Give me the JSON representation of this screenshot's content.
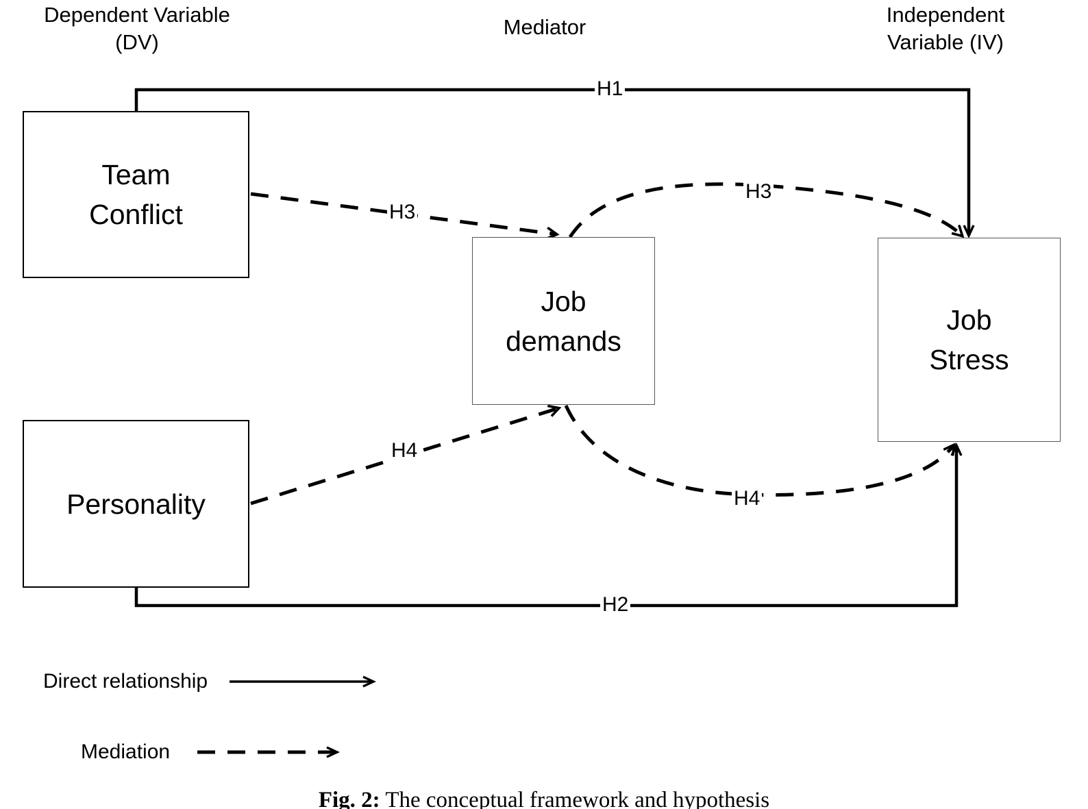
{
  "figure": {
    "caption_bold": "Fig. 2:",
    "caption_rest": " The conceptual framework and hypothesis"
  },
  "headers": {
    "dependent": "Dependent Variable\n(DV)",
    "mediator": "Mediator",
    "independent": "Independent\nVariable (IV)"
  },
  "nodes": {
    "team_conflict": "Team\nConflict",
    "personality": "Personality",
    "job_demands": "Job\ndemands",
    "job_stress": "Job\nStress"
  },
  "edges": {
    "h1": "H1",
    "h2": "H2",
    "h3_left": "H3",
    "h3_right": "H3",
    "h4_left": "H4",
    "h4_right": "H4"
  },
  "legend": {
    "direct": "Direct relationship",
    "mediation": "Mediation"
  },
  "colors": {
    "stroke": "#000000",
    "box_border_thin": "#555555",
    "background": "#ffffff"
  },
  "chart_data": {
    "type": "diagram",
    "title": "Fig. 2: The conceptual framework and hypothesis",
    "nodes": [
      {
        "id": "team_conflict",
        "label": "Team Conflict",
        "role": "Dependent Variable (DV)"
      },
      {
        "id": "personality",
        "label": "Personality",
        "role": "Dependent Variable (DV)"
      },
      {
        "id": "job_demands",
        "label": "Job demands",
        "role": "Mediator"
      },
      {
        "id": "job_stress",
        "label": "Job Stress",
        "role": "Independent Variable (IV)"
      }
    ],
    "links": [
      {
        "label": "H1",
        "from": "team_conflict",
        "to": "job_stress",
        "style": "solid",
        "relationship": "Direct relationship"
      },
      {
        "label": "H2",
        "from": "personality",
        "to": "job_stress",
        "style": "solid",
        "relationship": "Direct relationship"
      },
      {
        "label": "H3",
        "from": "team_conflict",
        "to": "job_demands",
        "style": "dashed",
        "relationship": "Mediation"
      },
      {
        "label": "H3",
        "from": "job_demands",
        "to": "job_stress",
        "style": "dashed",
        "relationship": "Mediation"
      },
      {
        "label": "H4",
        "from": "personality",
        "to": "job_demands",
        "style": "dashed",
        "relationship": "Mediation"
      },
      {
        "label": "H4",
        "from": "job_demands",
        "to": "job_stress",
        "style": "dashed",
        "relationship": "Mediation"
      }
    ]
  }
}
